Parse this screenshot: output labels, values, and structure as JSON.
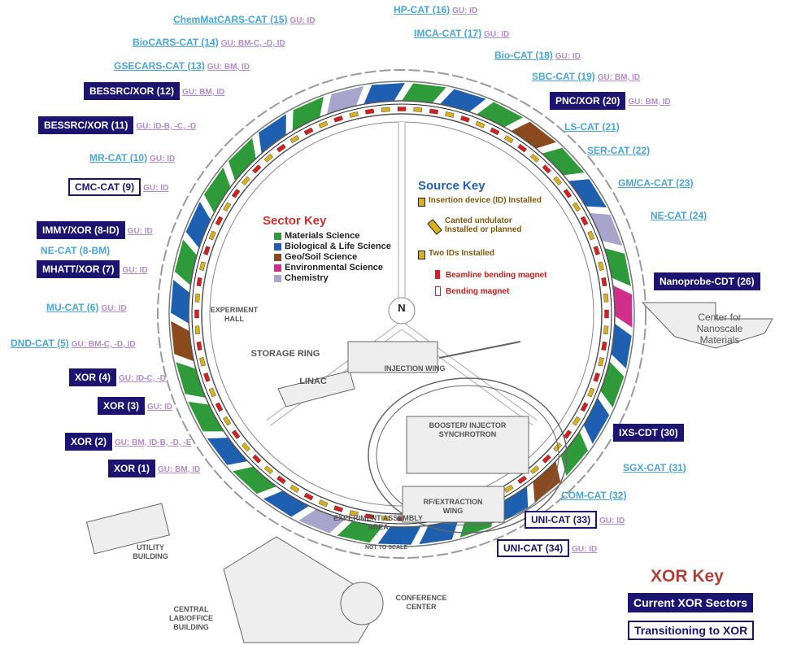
{
  "sectors": [
    {
      "name": "ChemMatCARS-CAT (15)",
      "gu": "GU: ID",
      "style": "cat"
    },
    {
      "name": "HP-CAT (16)",
      "gu": "GU: ID",
      "style": "cat"
    },
    {
      "name": "BioCARS-CAT (14)",
      "gu": "GU: BM-C, -D, ID",
      "style": "cat"
    },
    {
      "name": "IMCA-CAT (17)",
      "gu": "GU: ID",
      "style": "cat"
    },
    {
      "name": "Bio-CAT (18)",
      "gu": "GU: ID",
      "style": "cat"
    },
    {
      "name": "GSECARS-CAT (13)",
      "gu": "GU: BM, ID",
      "style": "cat"
    },
    {
      "name": "SBC-CAT (19)",
      "gu": "GU: BM, ID",
      "style": "cat"
    },
    {
      "name": "BESSRC/XOR (12)",
      "gu": "GU: BM, ID",
      "style": "current"
    },
    {
      "name": "PNC/XOR (20)",
      "gu": "GU: BM, ID",
      "style": "current"
    },
    {
      "name": "BESSRC/XOR (11)",
      "gu": "GU: ID-B, -C, -D",
      "style": "current"
    },
    {
      "name": "LS-CAT (21)",
      "gu": "",
      "style": "cat"
    },
    {
      "name": "MR-CAT (10)",
      "gu": "GU: ID",
      "style": "cat"
    },
    {
      "name": "SER-CAT (22)",
      "gu": "",
      "style": "cat"
    },
    {
      "name": "CMC-CAT (9)",
      "gu": "GU: ID",
      "style": "transition"
    },
    {
      "name": "GM/CA-CAT (23)",
      "gu": "",
      "style": "cat"
    },
    {
      "name": "NE-CAT (24)",
      "gu": "",
      "style": "cat"
    },
    {
      "name": "IMMY/XOR (8-ID)",
      "gu": "GU: ID",
      "style": "current"
    },
    {
      "name": "NE-CAT (8-BM)",
      "gu": "",
      "style": "cat-plain"
    },
    {
      "name": "MHATT/XOR (7)",
      "gu": "GU: ID",
      "style": "current"
    },
    {
      "name": "Nanoprobe-CDT (26)",
      "gu": "",
      "style": "current"
    },
    {
      "name": "MU-CAT (6)",
      "gu": "GU: ID",
      "style": "cat"
    },
    {
      "name": "DND-CAT (5)",
      "gu": "GU: BM-C, -D, ID",
      "style": "cat"
    },
    {
      "name": "XOR (4)",
      "gu": "GU: ID-C, -D",
      "style": "current"
    },
    {
      "name": "XOR (3)",
      "gu": "GU: ID",
      "style": "current"
    },
    {
      "name": "XOR (2)",
      "gu": "GU: BM, ID-B, -D, -E",
      "style": "current"
    },
    {
      "name": "IXS-CDT (30)",
      "gu": "",
      "style": "current"
    },
    {
      "name": "XOR (1)",
      "gu": "GU: BM, ID",
      "style": "current"
    },
    {
      "name": "SGX-CAT (31)",
      "gu": "",
      "style": "cat"
    },
    {
      "name": "COM-CAT (32)",
      "gu": "",
      "style": "cat"
    },
    {
      "name": "UNI-CAT (33)",
      "gu": "GU: ID",
      "style": "transition"
    },
    {
      "name": "UNI-CAT (34)",
      "gu": "GU: ID",
      "style": "transition"
    }
  ],
  "sector_key": {
    "title": "Sector Key",
    "items": [
      {
        "label": "Materials Science",
        "color": "#2e9a3a"
      },
      {
        "label": "Biological & Life Science",
        "color": "#1f5fb0"
      },
      {
        "label": "Geo/Soil Science",
        "color": "#8a4a1e"
      },
      {
        "label": "Environmental Science",
        "color": "#d0308a"
      },
      {
        "label": "Chemistry",
        "color": "#a8a4cc"
      }
    ]
  },
  "source_key": {
    "title": "Source Key",
    "items": [
      {
        "label": "Insertion device (ID) Installed"
      },
      {
        "label": "Canted undulator Installed or planned"
      },
      {
        "label": "Two IDs Installed"
      },
      {
        "label": "Beamline bending magnet"
      },
      {
        "label": "Bending magnet"
      }
    ]
  },
  "places": {
    "experiment_hall": "EXPERIMENT HALL",
    "storage_ring": "STORAGE RING",
    "linac": "LINAC",
    "injection_wing": "INJECTION WING",
    "booster": "BOOSTER/ INJECTOR SYNCHROTRON",
    "rf_wing": "RF/EXTRACTION WING",
    "assembly": "EXPERIMENT ASSEMBLY AREA",
    "not_to_scale": "NOT TO SCALE",
    "utility": "UTILITY BUILDING",
    "central_lab": "CENTRAL LAB/OFFICE BUILDING",
    "conference": "CONFERENCE CENTER",
    "cnm": "Center for Nanoscale Materials",
    "north": "N"
  },
  "xor_key": {
    "title": "XOR Key",
    "current": "Current XOR Sectors",
    "transition": "Transitioning to XOR"
  },
  "colors": {
    "xor_navy": "#1c1470",
    "cat_blue": "#4aa6d6",
    "gu_purple": "#b48cc8",
    "key_red": "#b0403a"
  }
}
